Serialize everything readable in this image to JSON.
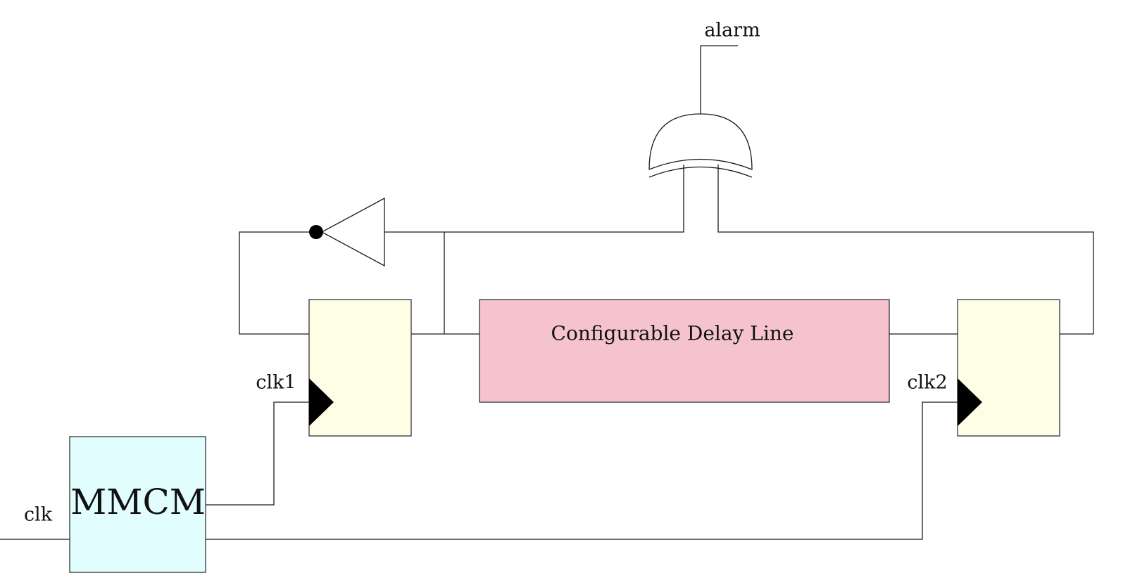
{
  "labels": {
    "alarm": "alarm",
    "mmcm": "MMCM",
    "clk": "clk",
    "clk1": "clk1",
    "clk2": "clk2",
    "delay_line": "Configurable Delay Line"
  },
  "colors": {
    "mmcm_fill": "#e1fdfd",
    "flipflop_fill": "#fefee6",
    "delay_fill": "#f5c3cd",
    "wire": "#1a1a1a",
    "clock_marker": "#000000"
  }
}
